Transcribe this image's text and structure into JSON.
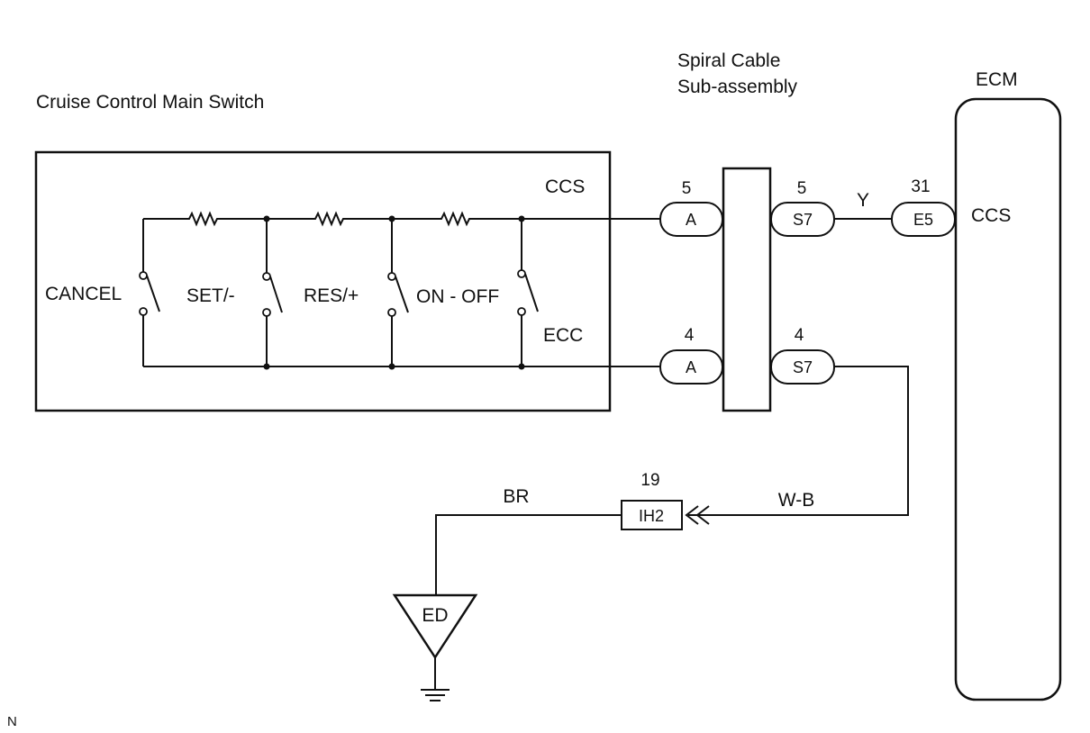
{
  "labels": {
    "main_switch": "Cruise Control Main Switch",
    "spiral_line1": "Spiral Cable",
    "spiral_line2": "Sub-assembly",
    "ecm": "ECM",
    "ecm_ccs": "CCS",
    "switch_ccs": "CCS",
    "switch_ecc": "ECC",
    "cancel": "CANCEL",
    "set": "SET/-",
    "res": "RES/+",
    "onoff": "ON - OFF",
    "wire_y": "Y",
    "wire_br": "BR",
    "wire_wb": "W-B",
    "ground": "ED",
    "corner": "N"
  },
  "connectors": {
    "a_top": {
      "pin": "5",
      "name": "A"
    },
    "s7_top": {
      "pin": "5",
      "name": "S7"
    },
    "e5": {
      "pin": "31",
      "name": "E5"
    },
    "a_bot": {
      "pin": "4",
      "name": "A"
    },
    "s7_bot": {
      "pin": "4",
      "name": "S7"
    },
    "ih2": {
      "pin": "19",
      "name": "IH2"
    }
  }
}
